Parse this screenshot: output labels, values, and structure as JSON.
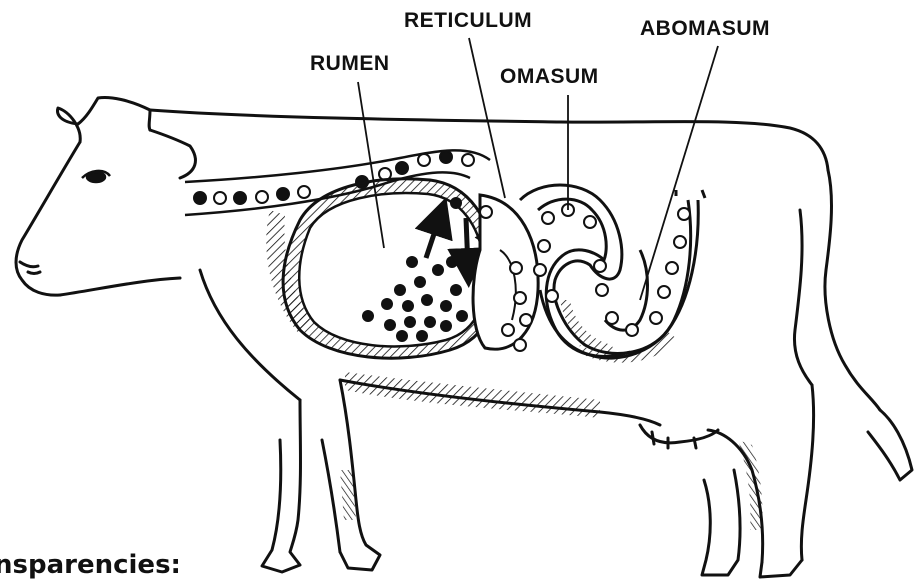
{
  "labels": {
    "rumen": "RUMEN",
    "reticulum": "RETICULUM",
    "omasum": "OMASUM",
    "abomasum": "ABOMASUM"
  },
  "caption": "nsparencies:",
  "colors": {
    "ink": "#111111",
    "background": "#ffffff"
  }
}
